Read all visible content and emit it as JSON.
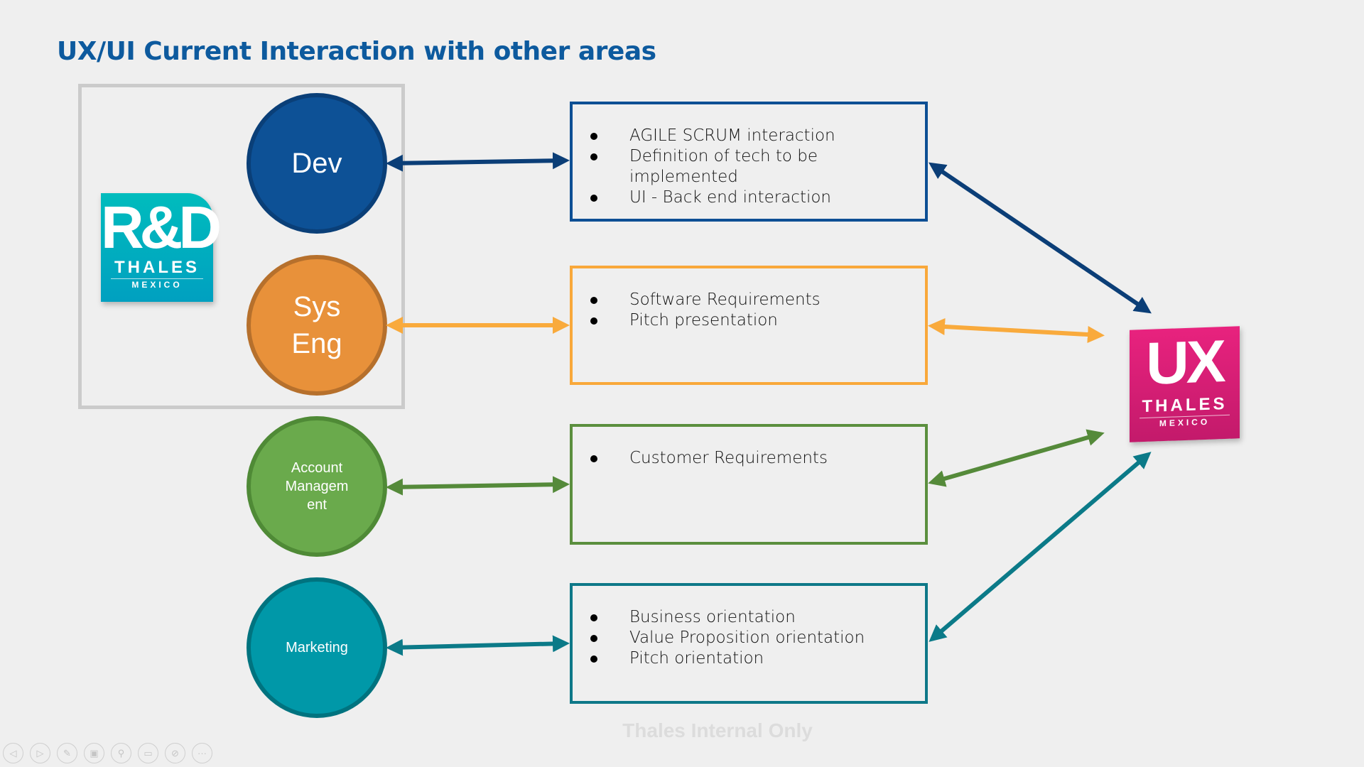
{
  "title": "UX/UI Current Interaction with other areas",
  "logos": {
    "rd": {
      "main": "R&D",
      "brand": "THALES",
      "sub": "MEXICO"
    },
    "ux": {
      "main": "UX",
      "brand": "THALES",
      "sub": "MEXICO"
    }
  },
  "areas": [
    {
      "label1": "Dev",
      "label2": "",
      "color": "#0b4f93",
      "items": [
        "AGILE SCRUM interaction",
        "Definition of tech to be implemented",
        "UI - Back end interaction"
      ]
    },
    {
      "label1": "Sys",
      "label2": "Eng",
      "color": "#e8913a",
      "items": [
        "Software Requirements",
        "Pitch presentation"
      ]
    },
    {
      "label1": "Account",
      "label2": "Managem",
      "label3": "ent",
      "color": "#6aaa4c",
      "items": [
        "Customer Requirements"
      ]
    },
    {
      "label1": "Marketing",
      "color": "#0097a7",
      "items": [
        "Business orientation",
        "Value Proposition orientation",
        "Pitch orientation"
      ]
    }
  ],
  "watermark": "Thales Internal Only",
  "toolbar": {
    "icons": [
      "previous-icon",
      "next-icon",
      "pen-icon",
      "slides-icon",
      "zoom-icon",
      "subtitles-icon",
      "camera-off-icon",
      "more-icon"
    ]
  }
}
